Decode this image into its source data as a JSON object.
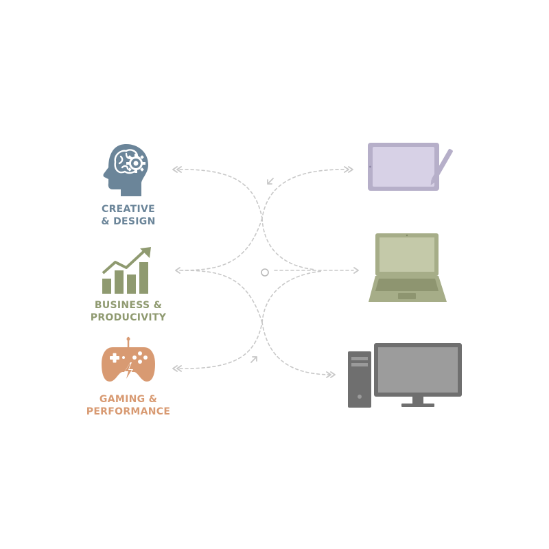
{
  "colors": {
    "creative": "#6b8599",
    "business": "#8f9a70",
    "gaming": "#d89a72",
    "tablet": "#b6afc9",
    "laptop": "#a6ad88",
    "desktop": "#6f6f6f",
    "connector": "#c8c8c8"
  },
  "categories": [
    {
      "id": "creative",
      "icon": "head-gears-icon",
      "line1": "CREATIVE",
      "line2": "& DESIGN"
    },
    {
      "id": "business",
      "icon": "growth-chart-icon",
      "line1": "BUSINESS &",
      "line2": "PRODUCIVITY"
    },
    {
      "id": "gaming",
      "icon": "gamepad-icon",
      "line1": "GAMING &",
      "line2": "PERFORMANCE"
    }
  ],
  "devices": [
    {
      "id": "tablet",
      "icon": "tablet-stylus-icon"
    },
    {
      "id": "laptop",
      "icon": "laptop-icon"
    },
    {
      "id": "desktop",
      "icon": "desktop-pc-icon"
    }
  ]
}
